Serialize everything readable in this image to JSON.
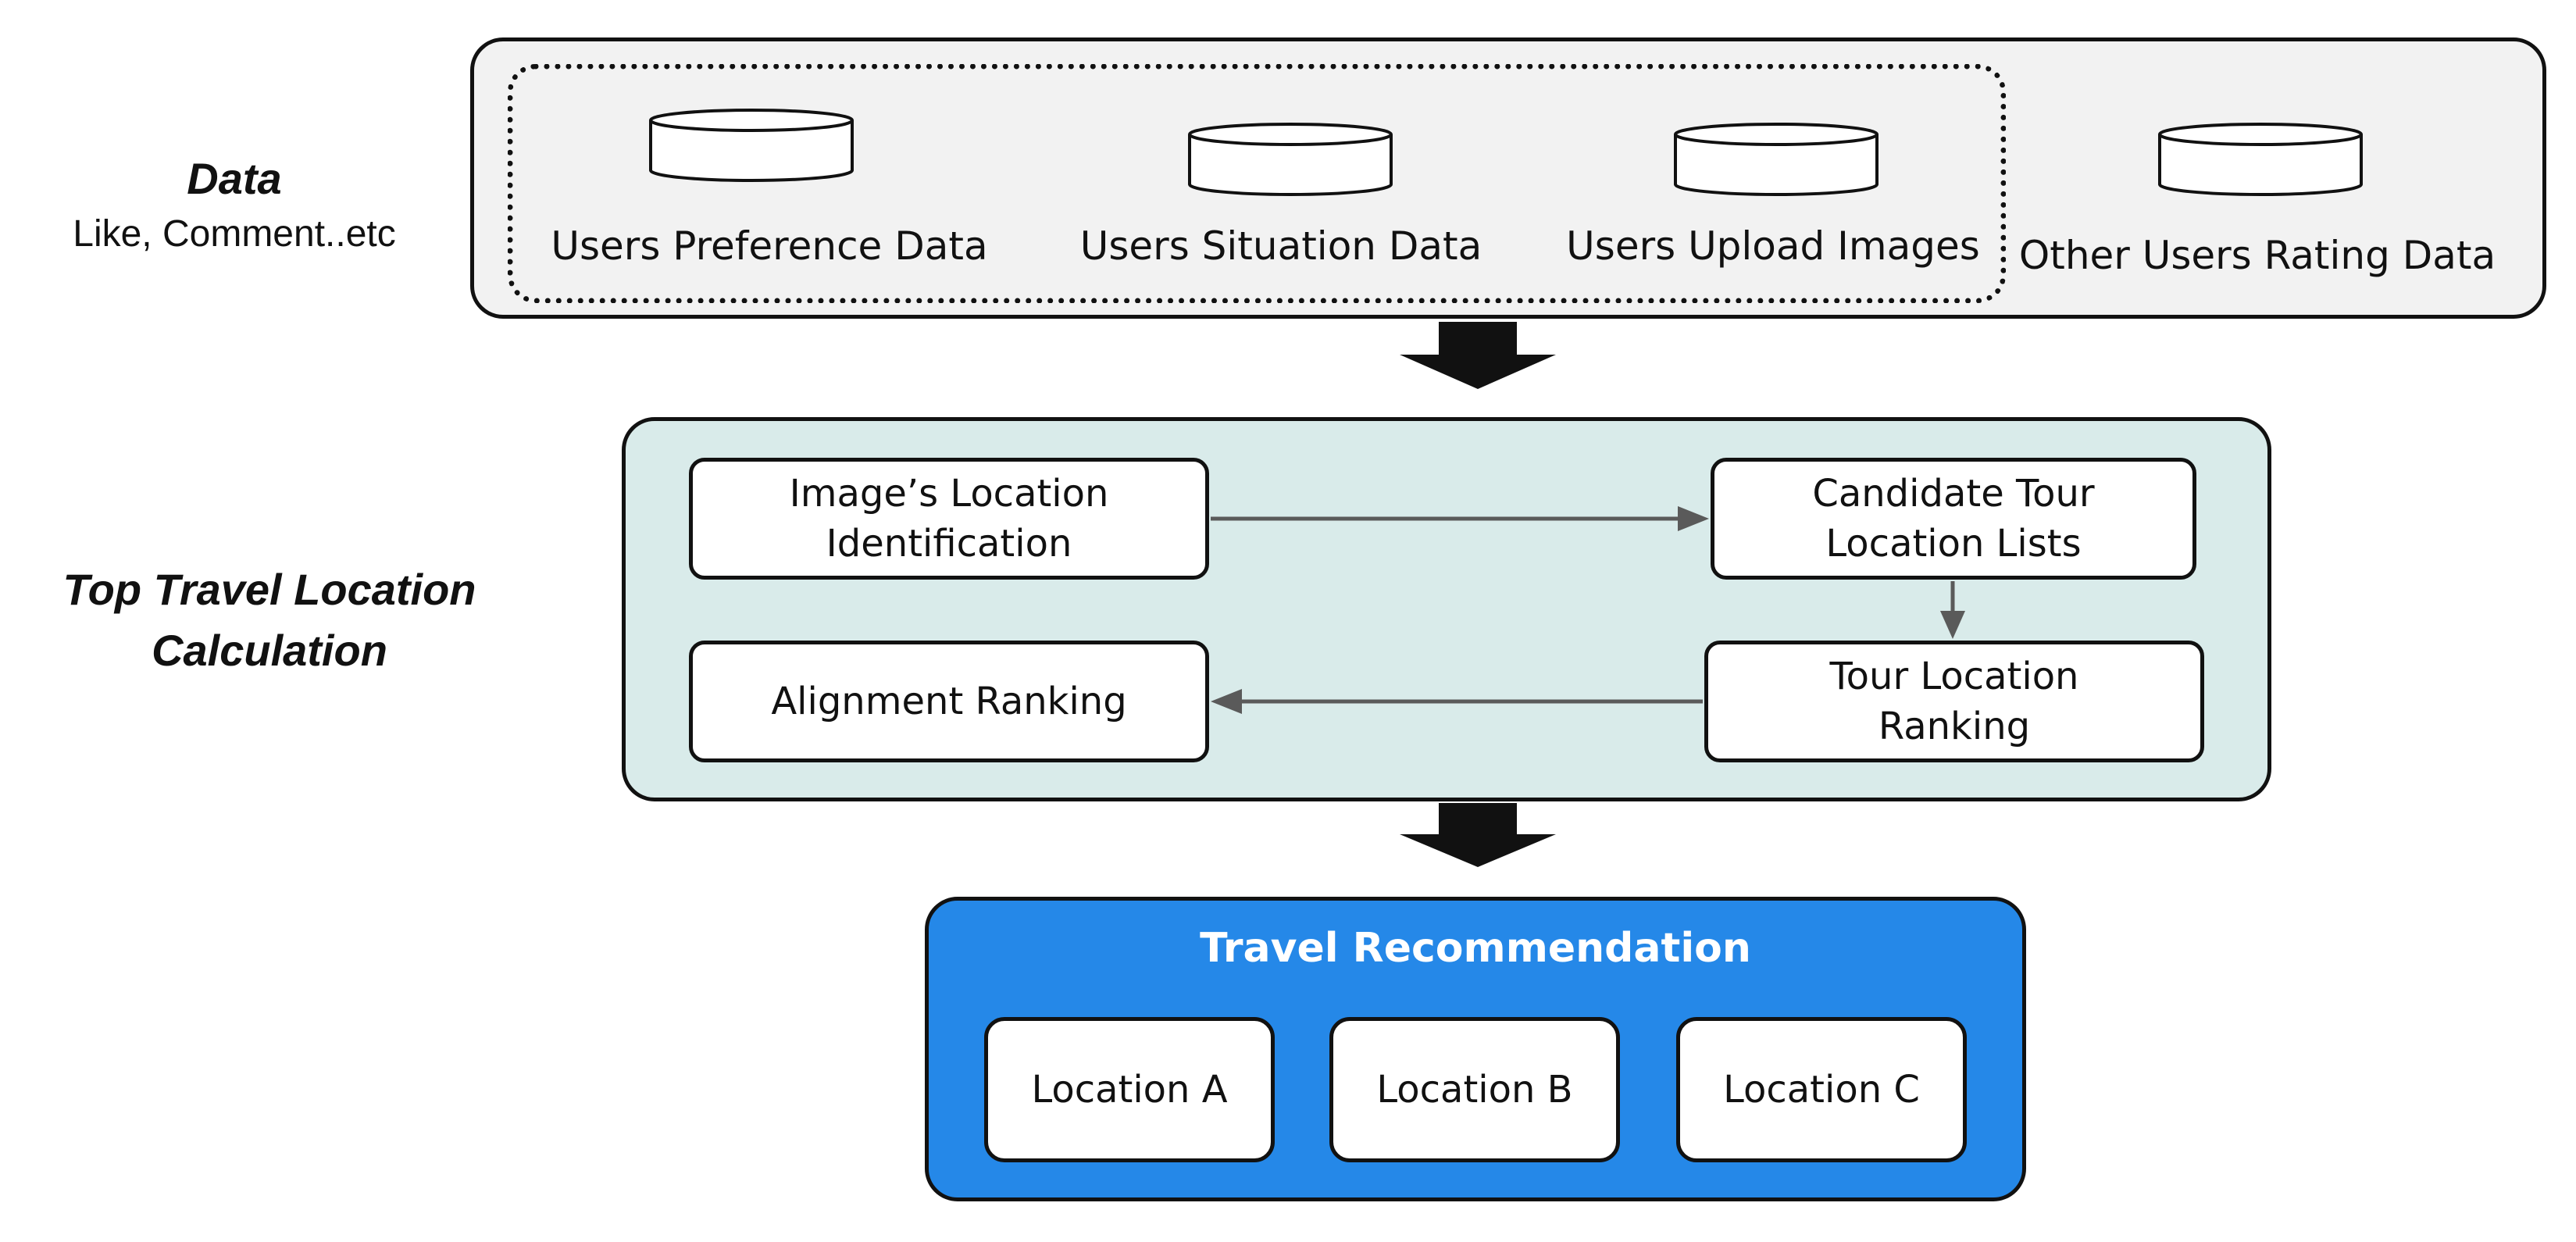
{
  "side_labels": {
    "data_title": "Data",
    "data_subtitle": "Like, Comment..etc",
    "calc_title_line1": "Top Travel Location",
    "calc_title_line2": "Calculation"
  },
  "data_sources": [
    {
      "label": "Users Preference Data"
    },
    {
      "label": "Users Situation Data"
    },
    {
      "label": "Users Upload Images"
    },
    {
      "label": "Other Users Rating Data"
    }
  ],
  "calculation_steps": {
    "image_location": "Image’s Location\nIdentification",
    "candidate_lists": "Candidate Tour\nLocation Lists",
    "tour_ranking": "Tour Location\nRanking",
    "alignment_ranking": "Alignment Ranking"
  },
  "recommendation": {
    "title": "Travel Recommendation",
    "locations": [
      "Location A",
      "Location B",
      "Location C"
    ]
  },
  "colors": {
    "data_panel_bg": "#f2f2f2",
    "calc_panel_bg": "#d9ebea",
    "recommendation_bg": "#2588e8",
    "arrow_gray": "#5a5a5a",
    "flow_arrow": "#111111"
  }
}
